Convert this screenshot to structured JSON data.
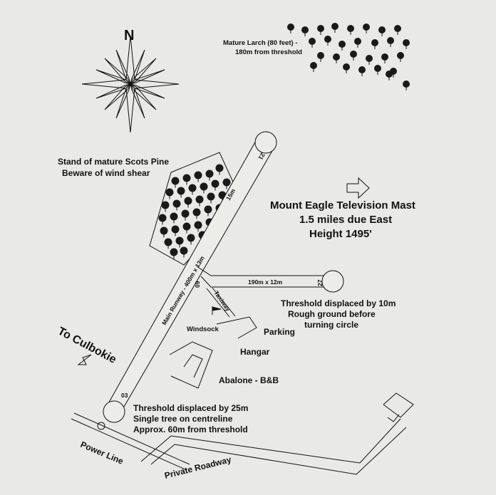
{
  "north_label": "N",
  "labels": {
    "larch_line1": "Mature Larch (80 feet) -",
    "larch_line2": "180m from threshold",
    "pine_line1": "Stand of mature Scots Pine",
    "pine_line2": "Beware of wind shear",
    "mast_line1": "Mount Eagle Television Mast",
    "mast_line2": "1.5 miles due East",
    "mast_line3": "Height 1495'",
    "disp10_line1": "Threshold displaced by 10m",
    "disp10_line2": "Rough ground before",
    "disp10_line3": "turning circle",
    "windsock": "Windsock",
    "parking": "Parking",
    "hangar": "Hangar",
    "abalone": "Abalone - B&B",
    "to_culbokie": "To Culbokie",
    "disp25_line1": "Threshold displaced by 25m",
    "disp25_line2": "Single tree on centreline",
    "disp25_line3": "Approx. 60m from threshold",
    "power_line": "Power Line",
    "private_roadway": "Private Roadway"
  },
  "runways": {
    "main": "Main Runway - 400m x 13m",
    "cross": "190m x 12m",
    "taxiway": "Taxiway",
    "width_15m": "15m",
    "num_21": "21",
    "num_03": "03",
    "num_09": "09",
    "num_27": "27"
  },
  "colors": {
    "ink": "#111111",
    "paper": "#e9e9e7"
  }
}
